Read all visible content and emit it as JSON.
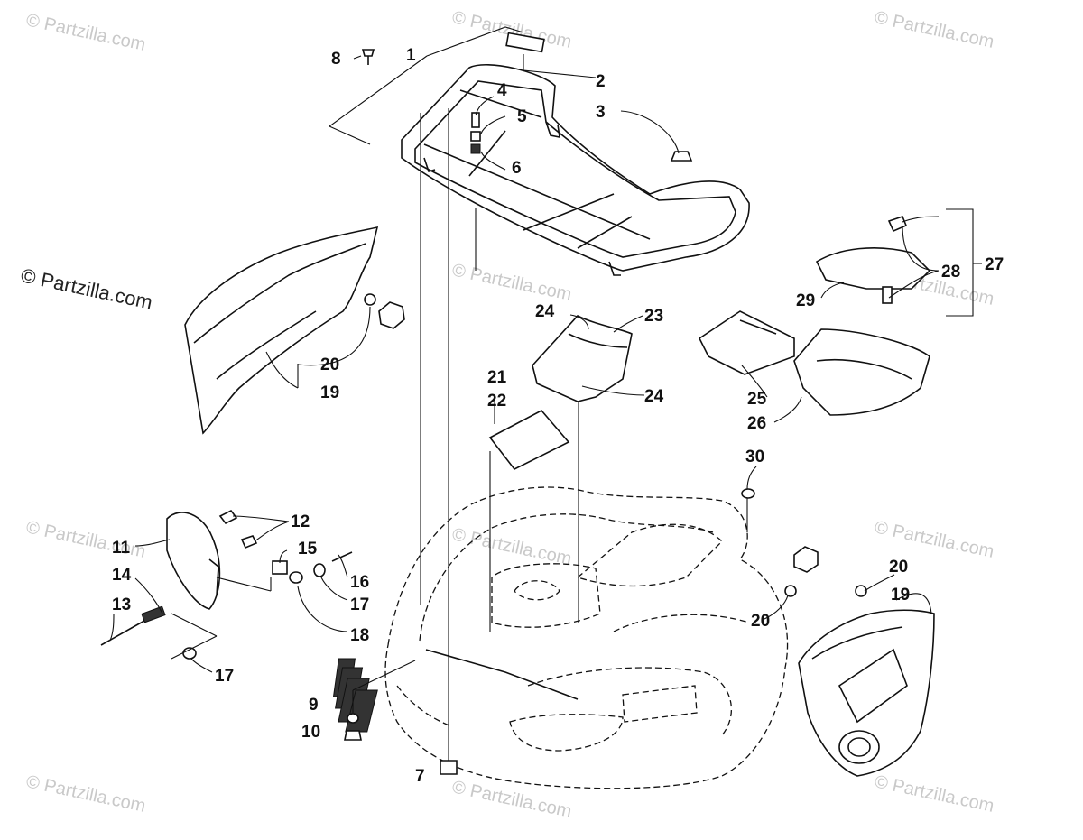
{
  "copyright_watermark": "© Partzilla.com",
  "brand_label": "© Partzilla.com",
  "callouts": [
    {
      "id": "c1",
      "label": "1"
    },
    {
      "id": "c2",
      "label": "2"
    },
    {
      "id": "c3",
      "label": "3"
    },
    {
      "id": "c4",
      "label": "4"
    },
    {
      "id": "c5",
      "label": "5"
    },
    {
      "id": "c6",
      "label": "6"
    },
    {
      "id": "c7",
      "label": "7"
    },
    {
      "id": "c8",
      "label": "8"
    },
    {
      "id": "c9",
      "label": "9"
    },
    {
      "id": "c10",
      "label": "10"
    },
    {
      "id": "c11",
      "label": "11"
    },
    {
      "id": "c12",
      "label": "12"
    },
    {
      "id": "c13",
      "label": "13"
    },
    {
      "id": "c14",
      "label": "14"
    },
    {
      "id": "c15",
      "label": "15"
    },
    {
      "id": "c16",
      "label": "16"
    },
    {
      "id": "c17a",
      "label": "17"
    },
    {
      "id": "c17b",
      "label": "17"
    },
    {
      "id": "c18",
      "label": "18"
    },
    {
      "id": "c19a",
      "label": "19"
    },
    {
      "id": "c19b",
      "label": "19"
    },
    {
      "id": "c20a",
      "label": "20"
    },
    {
      "id": "c20b",
      "label": "20"
    },
    {
      "id": "c20c",
      "label": "20"
    },
    {
      "id": "c21",
      "label": "21"
    },
    {
      "id": "c22",
      "label": "22"
    },
    {
      "id": "c23",
      "label": "23"
    },
    {
      "id": "c24a",
      "label": "24"
    },
    {
      "id": "c24b",
      "label": "24"
    },
    {
      "id": "c25",
      "label": "25"
    },
    {
      "id": "c26",
      "label": "26"
    },
    {
      "id": "c27",
      "label": "27"
    },
    {
      "id": "c28",
      "label": "28"
    },
    {
      "id": "c29",
      "label": "29"
    },
    {
      "id": "c30",
      "label": "30"
    }
  ]
}
